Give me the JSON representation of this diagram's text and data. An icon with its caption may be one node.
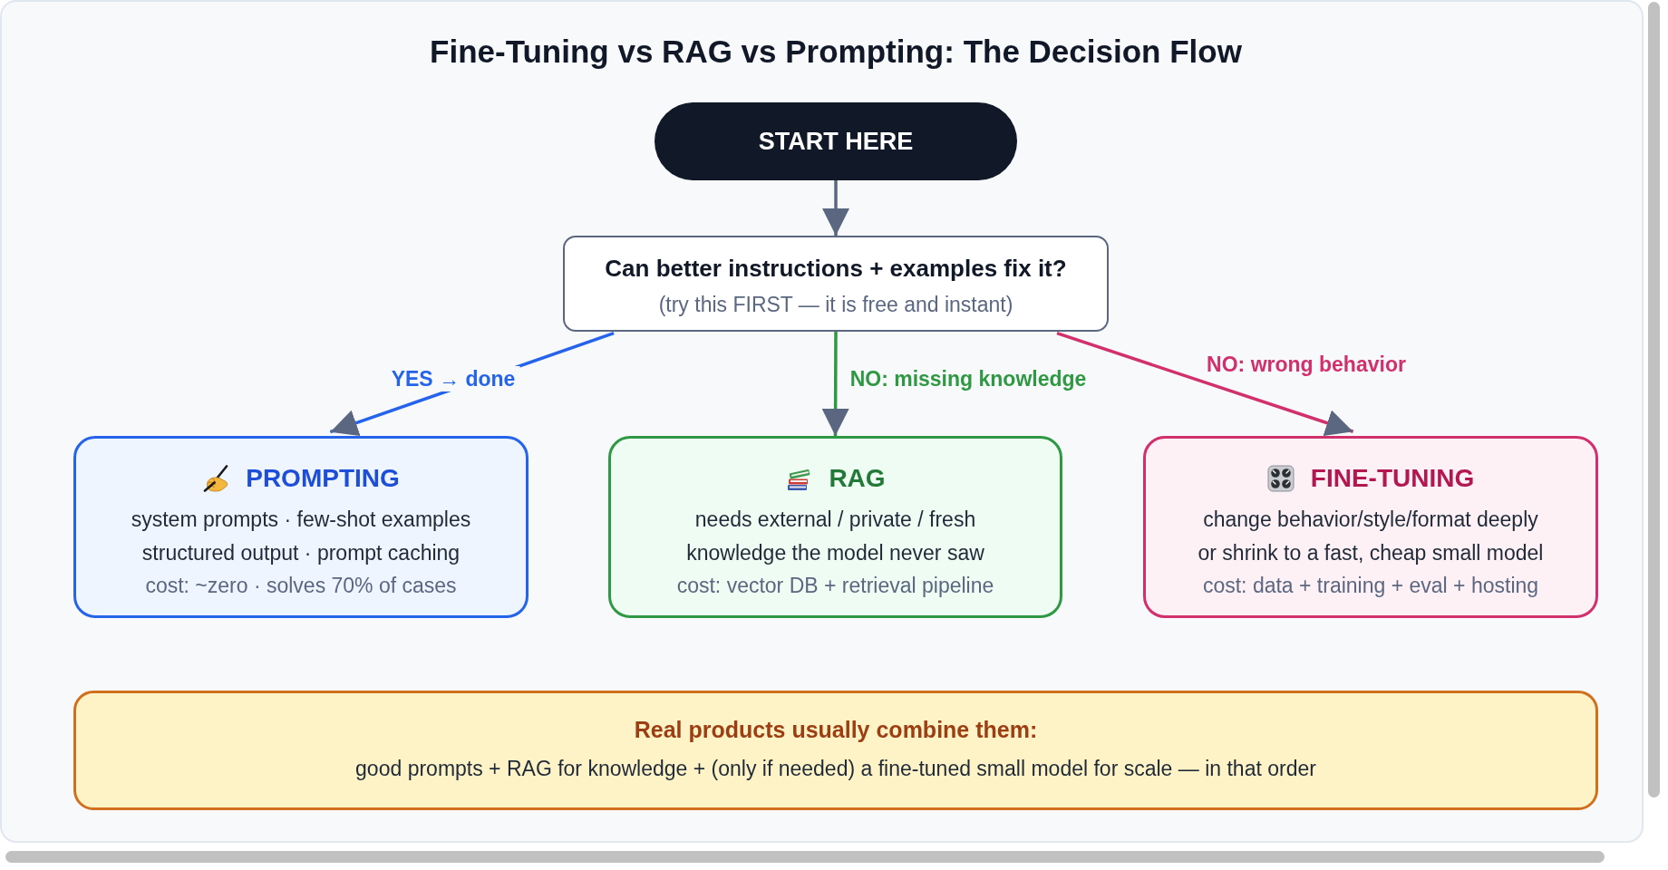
{
  "diagram": {
    "title": "Fine-Tuning vs RAG vs Prompting: The Decision Flow",
    "nodes": [
      {
        "text": [
          "START HERE"
        ]
      },
      {
        "text": [
          "Can better instructions + examples fix it?",
          "(try this FIRST — it is free and instant)"
        ]
      },
      {
        "text": [
          "PROMPTING",
          "system prompts · few-shot examples structured output · prompt caching",
          "cost: ~zero · solves 70% of cases"
        ]
      },
      {
        "text": [
          "RAG",
          "needs external / private / fresh knowledge the model never saw",
          "cost: vector DB + retrieval pipeline"
        ]
      },
      {
        "text": [
          "FINE-TUNING",
          "change behavior/style/format deeply or shrink to a fast, cheap small model",
          "cost: data + training + eval + hosting"
        ]
      },
      {
        "text": [
          "Real products usually combine them:",
          "good prompts + RAG for knowledge + (only if needed) a fine-tuned small model for scale — in that order"
        ]
      }
    ],
    "edges": [
      {
        "from": 0,
        "to": 1,
        "arrow": "to"
      },
      {
        "from": 1,
        "to": 2,
        "arrow": "to",
        "label": "YES → done",
        "color": "#2563eb"
      },
      {
        "from": 1,
        "to": 3,
        "arrow": "to",
        "label": "NO: missing knowledge",
        "color": "#2f9843"
      },
      {
        "from": 1,
        "to": 4,
        "arrow": "to",
        "label": "NO: wrong behavior",
        "color": "#d1306d"
      }
    ]
  }
}
